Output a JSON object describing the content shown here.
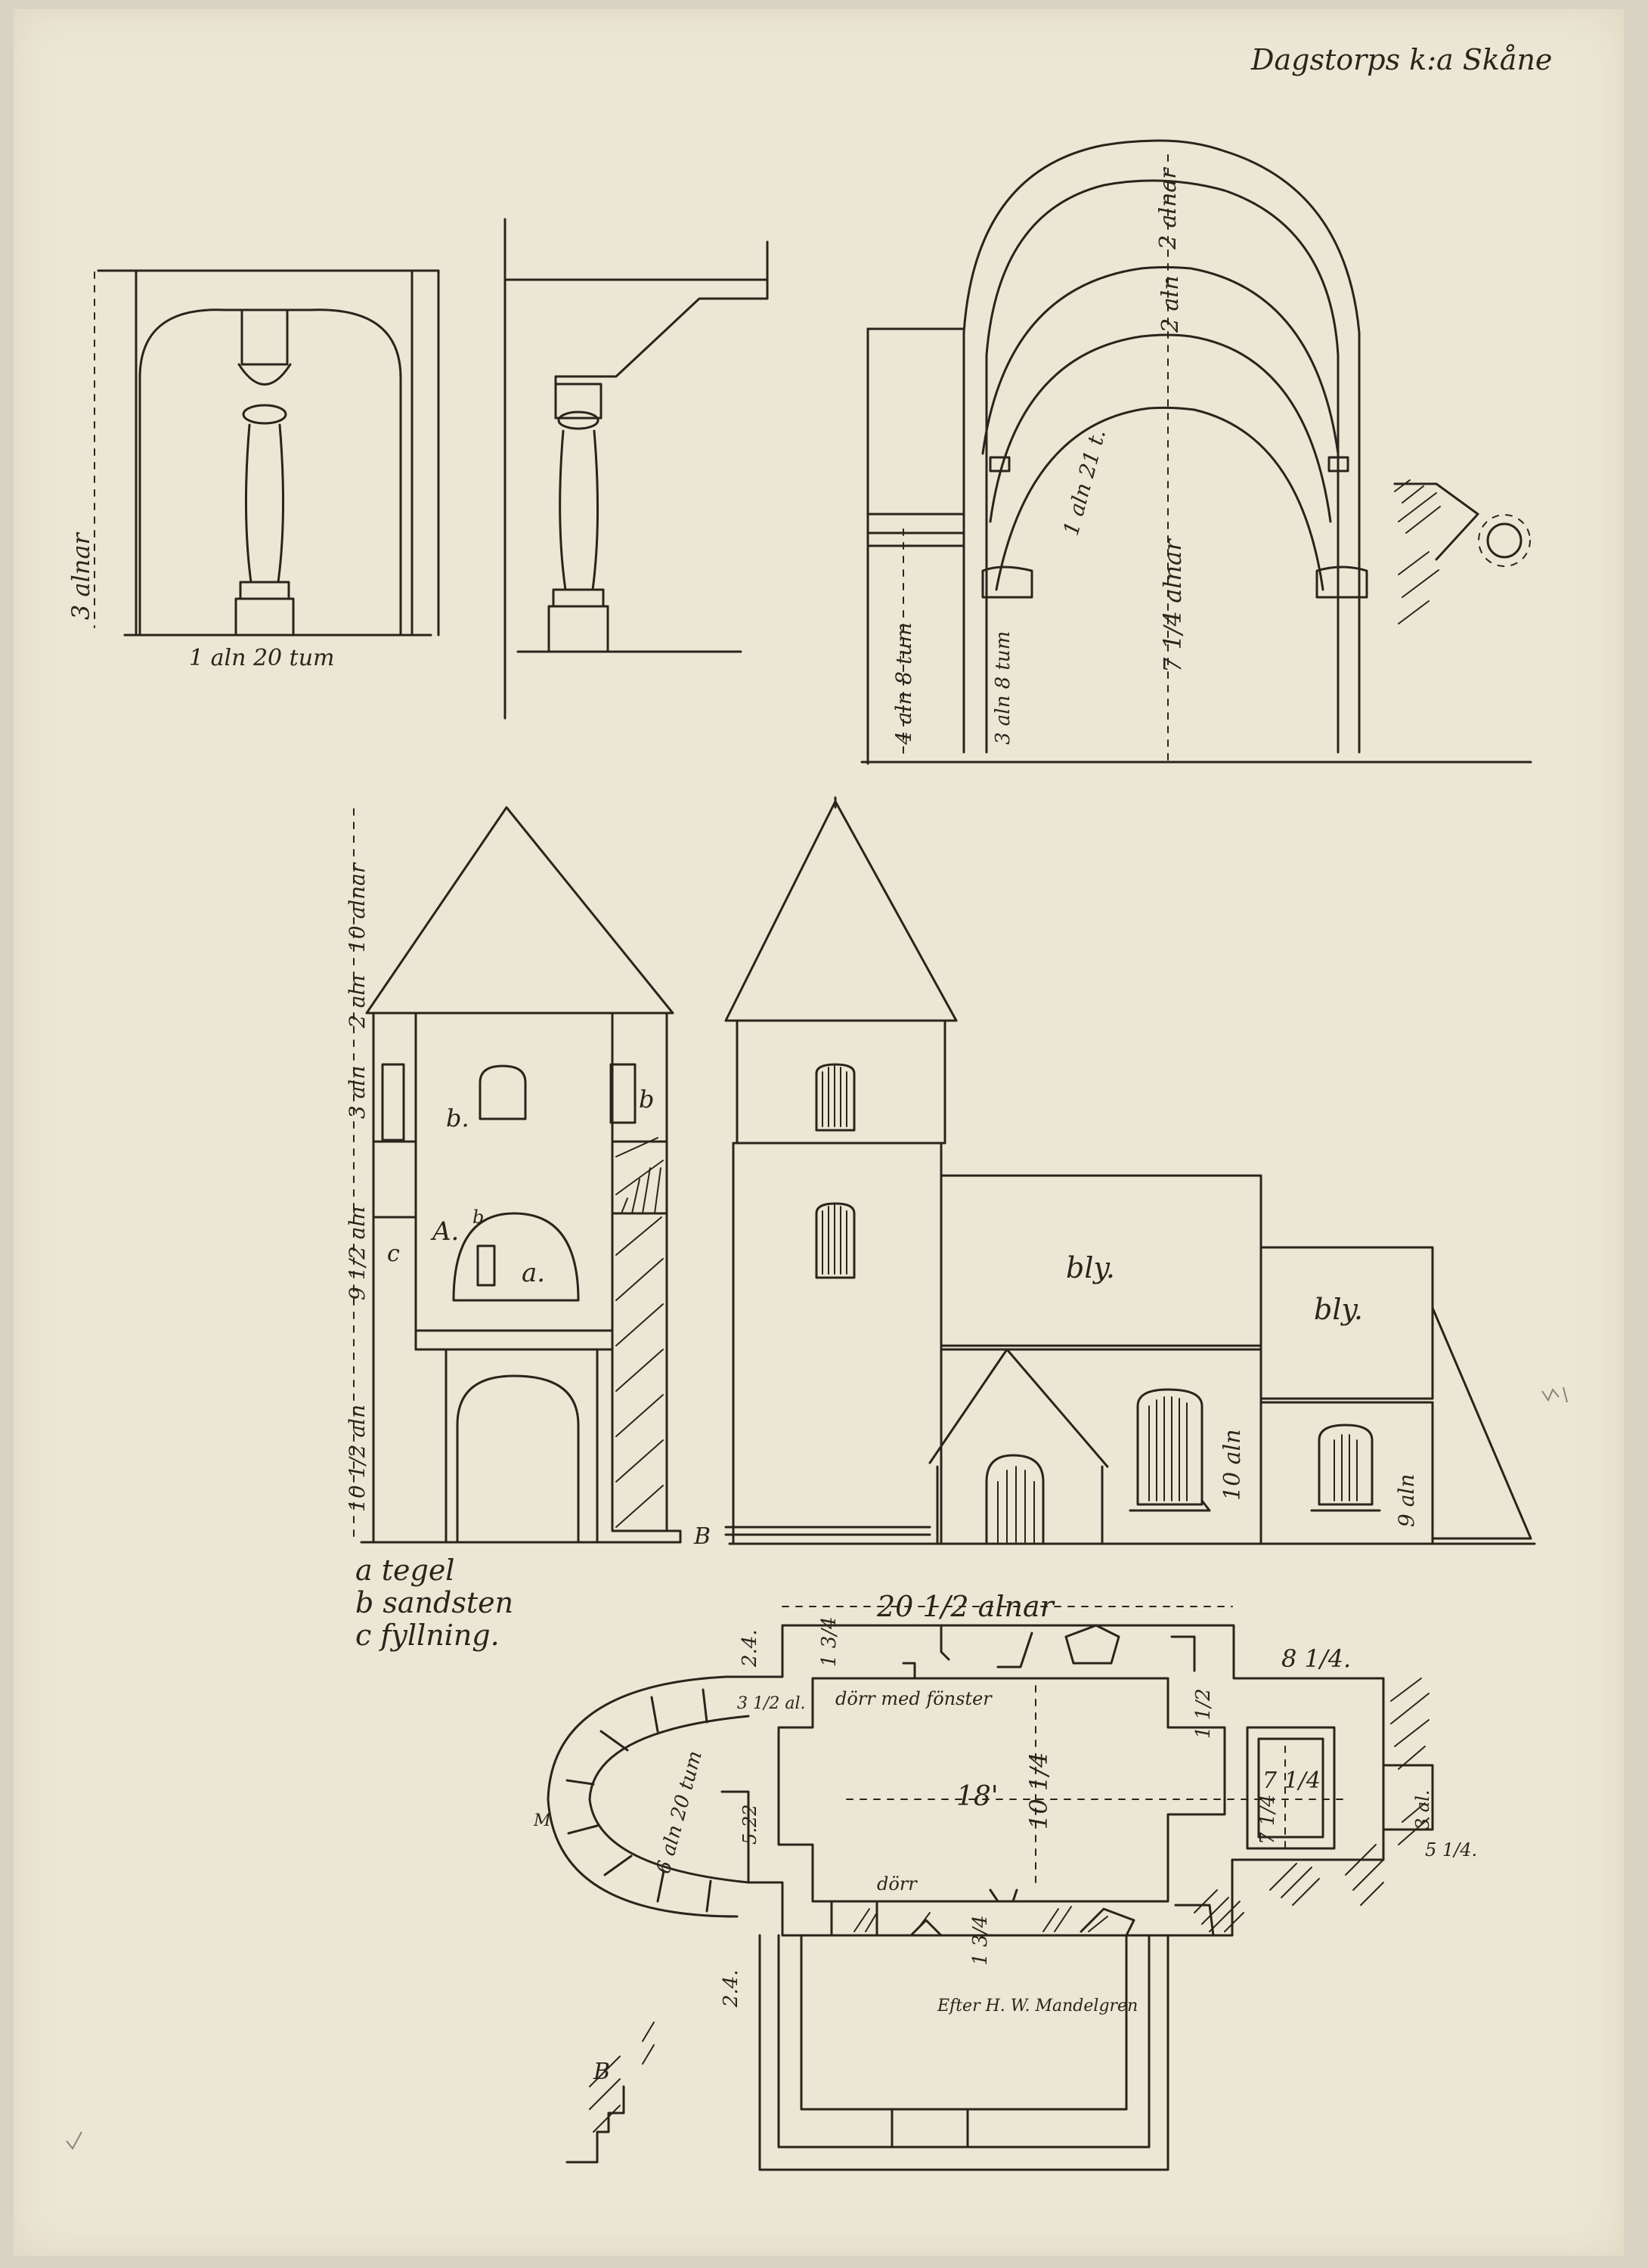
{
  "title": "Dagstorps k:a Skåne",
  "column": {
    "height_label": "3 alnar",
    "width_label": "1 aln 20 tum"
  },
  "vault": {
    "label_top": "2 alnar",
    "label_mid": "2 aln",
    "label_rib": "1 aln 21 t.",
    "label_height": "7 1/4 alnar",
    "label_side": "4 aln 8 tum",
    "label_pier": "3 aln 8 tum"
  },
  "tower_section": {
    "dim_labels": [
      "10 alnar",
      "2 aln",
      "3 aln",
      "9 1/2 aln",
      "10 1/2 aln"
    ],
    "markers": {
      "a": "a.",
      "b_left": "b.",
      "b_right": "b",
      "A": "A.",
      "c": "c",
      "b_small": "b"
    }
  },
  "elevation": {
    "roof1": "bly.",
    "roof2": "bly.",
    "dim_nave": "10 aln",
    "dim_chancel": "9 aln",
    "mark_B": "B"
  },
  "legend": [
    "a tegel",
    "b sandsten",
    "c fyllning."
  ],
  "plan": {
    "width_label": "20 1/2 alnar",
    "labels": {
      "d1": "2.4.",
      "d2": "1 3/4",
      "d3": "8 1/4.",
      "d4": "1 1/2",
      "d5": "3 1/2 al.",
      "d6": "18'",
      "d7": "10 1/4",
      "d8": "7 1/4",
      "d9": "7 1/4",
      "d10": "3 al.",
      "d11": "5 1/4.",
      "d12": "5.22",
      "d13": "6 aln 20 tum",
      "d14": "1 3/4",
      "d15": "2.4.",
      "door": "dörr",
      "doorwin": "dörr med fönster",
      "m": "M"
    },
    "credit": "Efter H. W. Mandelgren",
    "mark_B": "B"
  }
}
